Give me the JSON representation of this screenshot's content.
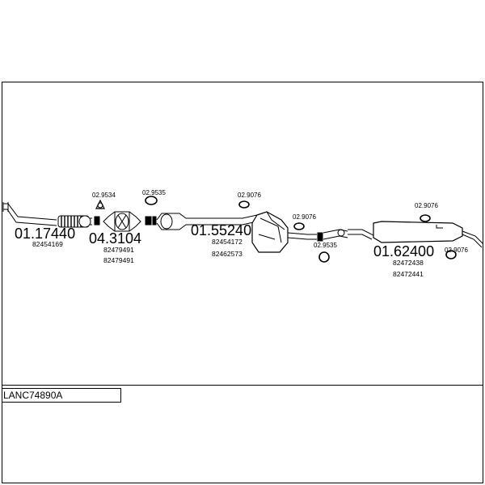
{
  "diagram_code": "LANC74890A",
  "parts": [
    {
      "part_no": "01.17440",
      "ref": "82454169"
    },
    {
      "part_no": "04.3104",
      "refs": [
        "82479491",
        "82479491"
      ]
    },
    {
      "part_no": "01.55240",
      "refs": [
        "82454172",
        "82462573"
      ]
    },
    {
      "part_no": "01.62400",
      "refs": [
        "82472438",
        "82472441"
      ]
    }
  ],
  "fittings": {
    "a": "02.9534",
    "b": "02.9535",
    "c": "02.9076",
    "d": "02.9076",
    "e": "02.9535",
    "f": "02.9076",
    "g": "02.9076"
  }
}
